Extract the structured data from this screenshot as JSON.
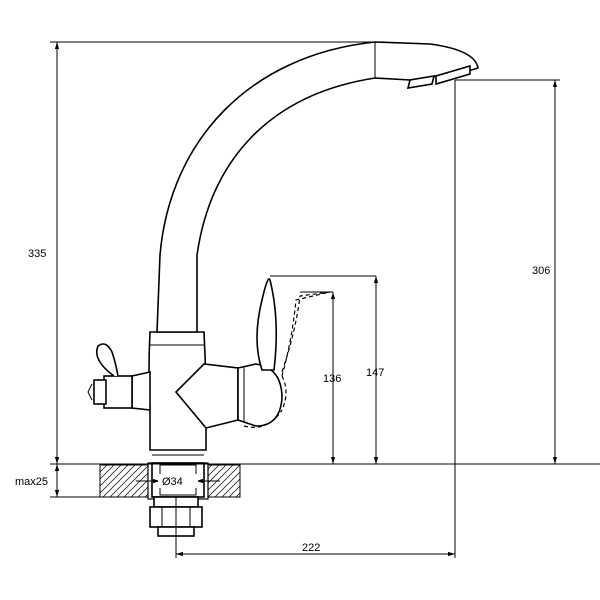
{
  "dimensions": {
    "overall_height": "335",
    "spout_outlet_height": "306",
    "lever_height": "147",
    "body_height": "136",
    "spout_reach": "222",
    "max_deck_thickness": "max25",
    "mounting_diameter": "Ø34"
  }
}
